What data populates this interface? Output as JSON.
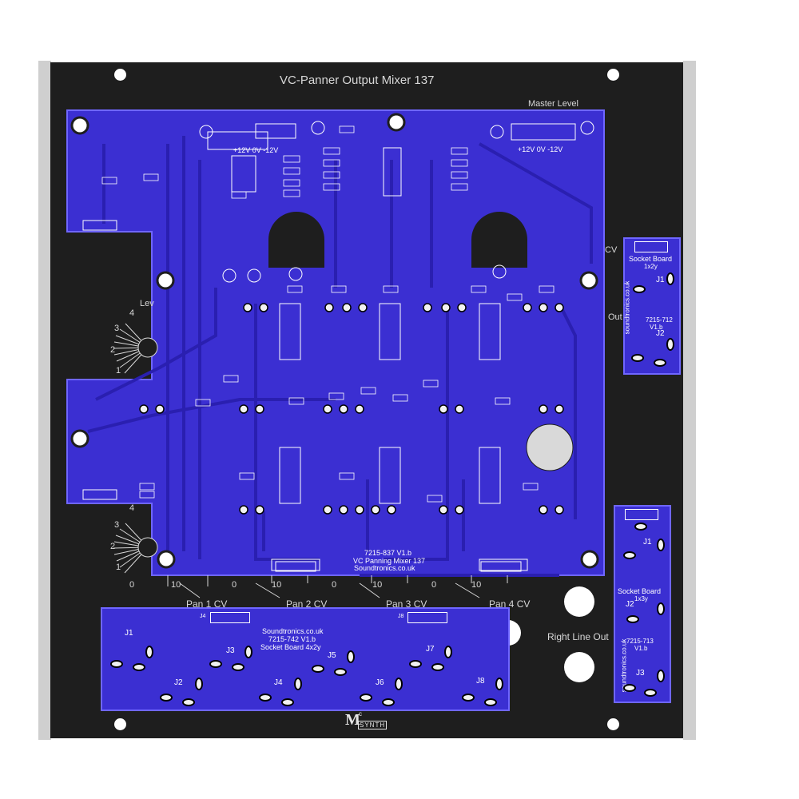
{
  "panel": {
    "title": "VC-Panner Output Mixer 137",
    "master_level": "Master Level",
    "right_line_out": "Right Line Out",
    "cv_partial": "CV",
    "out_partial": "Out",
    "level_partial": "Lev",
    "logo_top": "M",
    "logo_sup": "c",
    "logo_sub": "SYNTH",
    "pan_labels": [
      "Pan 1 CV",
      "Pan 2 CV",
      "Pan 3 CV",
      "Pan 4 CV"
    ],
    "scale_upper": [
      "4",
      "3",
      "2",
      "1"
    ],
    "scale_lower": [
      "4",
      "3",
      "2",
      "1"
    ],
    "pot_zero": "0",
    "pot_ten": "10"
  },
  "main_board": {
    "line1": "7215-837 V1.b",
    "line2": "VC Panning Mixer 137",
    "line3": "Soundtronics.co.uk",
    "power1": "+12V  0V -12V",
    "power2": "+12V  0V -12V"
  },
  "socket_board_top_right": {
    "title": "Socket Board",
    "subtitle": "1x2y",
    "part": "7215-712",
    "version": "V1.b",
    "vendor": "soundtronics.co.uk",
    "jacks": [
      "J1",
      "J2"
    ]
  },
  "socket_board_bottom_right": {
    "title": "Socket Board",
    "subtitle": "1x3y",
    "part": "7215-713",
    "version": "V1.b",
    "vendor": "soundtronics.co.uk",
    "jacks": [
      "J1",
      "J2",
      "J3"
    ]
  },
  "socket_board_bottom": {
    "vendor": "Soundtronics.co.uk",
    "part": "7215-742  V1.b",
    "title": "Socket Board 4x2y",
    "jacks": [
      "J1",
      "J2",
      "J3",
      "J4",
      "J5",
      "J6",
      "J7",
      "J8"
    ],
    "headers": [
      "J4",
      "J8"
    ]
  },
  "colors": {
    "pcb": "#3b2fd2",
    "panel": "#1e1e1e",
    "rail": "#cfcfcf"
  }
}
